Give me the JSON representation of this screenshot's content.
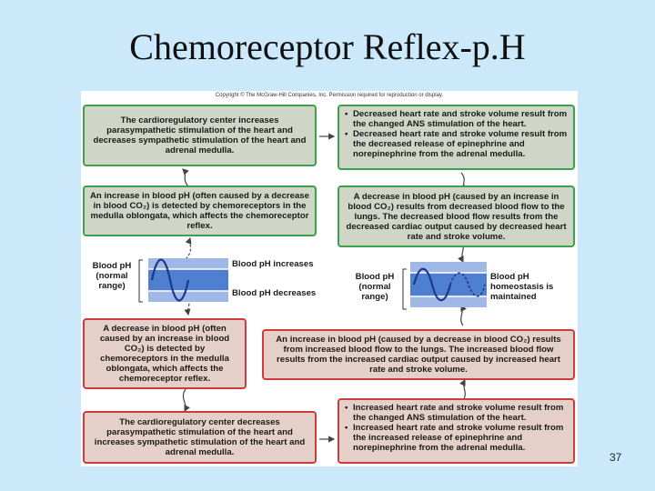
{
  "slide": {
    "title": "Chemoreceptor Reflex-p.H",
    "page_number": "37"
  },
  "figure": {
    "copyright": "Copyright © The McGraw-Hill Companies, Inc. Permission required for reproduction or display.",
    "top_left": "The cardioregulatory center increases parasympathetic stimulation of the heart and decreases sympathetic stimulation of the heart and adrenal medulla.",
    "top_right_bullets": [
      "Decreased heart rate and stroke volume result from the changed ANS stimulation of the heart.",
      "Decreased heart rate and stroke volume result from the decreased release of epinephrine and norepinephrine from the adrenal medulla."
    ],
    "mid_left_green": "An increase in blood pH (often caused by a decrease in blood CO₂) is detected by chemoreceptors in the medulla oblongata, which affects the chemoreceptor reflex.",
    "mid_right_green": "A decrease in blood pH (caused by an increase in blood CO₂) results from decreased blood flow to the lungs. The decreased blood flow results from the decreased cardiac output caused by decreased heart rate and stroke volume.",
    "left_graph": {
      "range_label": "Blood pH (normal range)",
      "increases_label": "Blood pH increases",
      "decreases_label": "Blood pH decreases"
    },
    "right_graph": {
      "range_label": "Blood pH (normal range)",
      "homeostasis_label": "Blood pH homeostasis is maintained"
    },
    "mid_left_red": "A decrease in blood pH (often caused by an increase in blood CO₂) is detected by chemoreceptors in the medulla oblongata, which affects the chemoreceptor reflex.",
    "mid_right_red": "An increase in blood pH (caused by a decrease in blood CO₂) results from increased blood flow to the lungs. The increased blood flow results from the increased cardiac output caused by increased heart rate and stroke volume.",
    "bottom_left": "The cardioregulatory center decreases parasympathetic stimulation of the heart and increases sympathetic stimulation of the heart and adrenal medulla.",
    "bottom_right_bullets": [
      "Increased heart rate and stroke volume result from the changed ANS stimulation of the heart.",
      "Increased heart rate and stroke volume result from the increased release of epinephrine and norepinephrine from the adrenal medulla."
    ],
    "bullet_symbol": "•",
    "colors": {
      "green_border": "#39a24a",
      "red_border": "#cf3b3b",
      "green_fill": "#cfd5c7",
      "red_fill": "#e5d0c9",
      "graph_band": "#4f7fd0",
      "slide_background": "#cce8fb"
    }
  }
}
